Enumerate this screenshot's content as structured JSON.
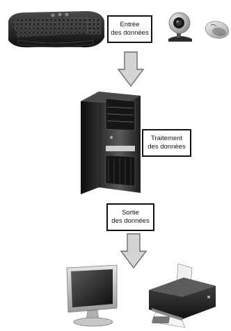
{
  "diagram": {
    "input": {
      "line1": "Entrée",
      "line2": "des données"
    },
    "processing": {
      "line1": "Traitement",
      "line2": "des données"
    },
    "output": {
      "line1": "Sortie",
      "line2": "des données"
    }
  },
  "devices": {
    "input": [
      "keyboard-icon",
      "webcam-icon",
      "mouse-icon"
    ],
    "processing": [
      "computer-tower-icon"
    ],
    "output": [
      "monitor-icon",
      "printer-icon"
    ]
  },
  "colors": {
    "box_border": "#111111",
    "arrow_fill": "#d4d4d4",
    "arrow_stroke": "#6a6a6a"
  }
}
